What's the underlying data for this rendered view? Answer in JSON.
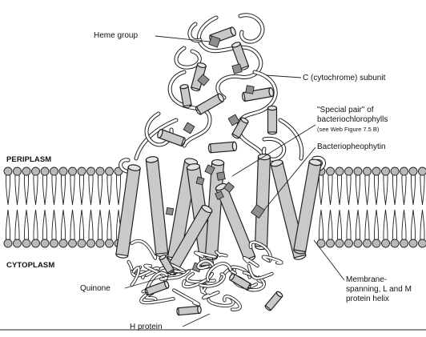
{
  "figure": {
    "regions": {
      "periplasm": "PERIPLASM",
      "cytoplasm": "CYTOPLASM"
    },
    "labels": {
      "heme_group": "Heme group",
      "cytochrome_subunit": "C (cytochrome) subunit",
      "special_pair_line1": "\"Special pair\" of",
      "special_pair_line2": "bacteriochlorophylls",
      "special_pair_note": "(see Web Figure 7.5 B)",
      "bacteriopheophytin": "Bacteriopheophytin",
      "quinone": "Quinone",
      "membrane_line1": "Membrane-",
      "membrane_line2": "spanning, L and M",
      "membrane_line3": "protein helix",
      "h_protein": "H protein"
    },
    "colors": {
      "protein_fill": "#c9c9c9",
      "cofactor_fill": "#8f8f8f",
      "outline": "#222222",
      "membrane_head": "#b9b9b9"
    }
  }
}
